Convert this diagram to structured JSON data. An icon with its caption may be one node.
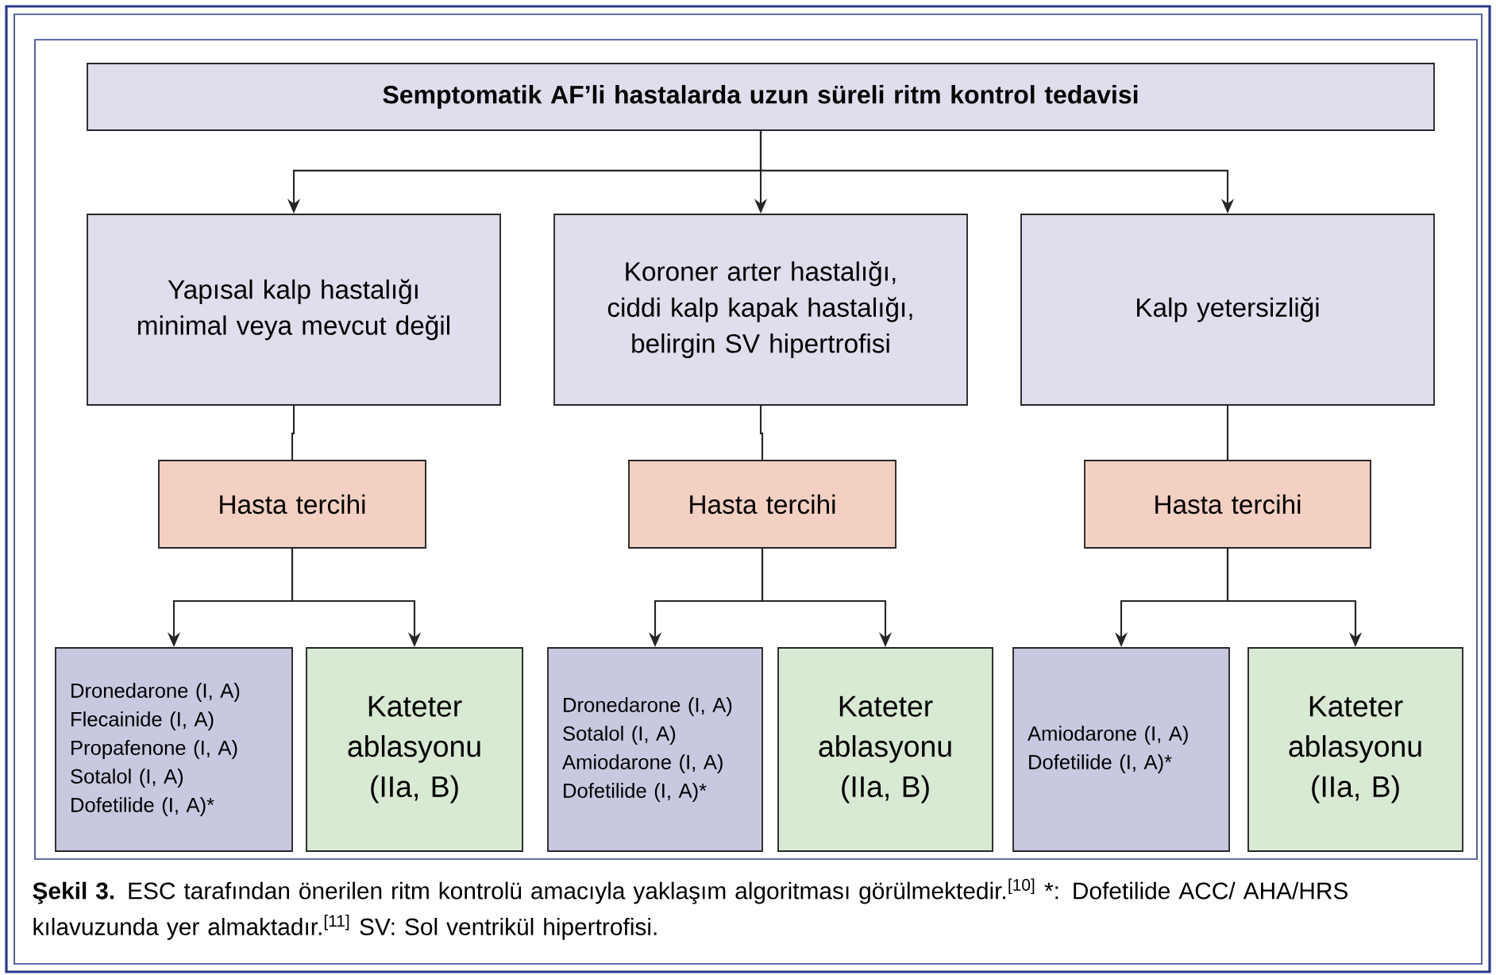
{
  "diagram": {
    "caption": "**Şekil 3.** ESC tarafından önerilen ritm kontrolü amacıyla yaklaşım algoritması görülmektedir.$^{[10]}$ *: Dofetilide ACC/ AHA/HRS kılavuzunda yer almaktadır.$^{[11]}$ SV: Sol ventrikül hipertrofisi.",
    "nodes": [
      {
        "text": [
          "Semptomatik AF’li hastalarda uzun süreli ritm kontrol tedavisi"
        ]
      },
      {
        "text": [
          "Yapısal kalp hastalığı minimal veya mevcut değil"
        ]
      },
      {
        "text": [
          "Koroner arter hastalığı, ciddi kalp kapak hastalığı, belirgin SV hipertrofisi"
        ]
      },
      {
        "text": [
          "Kalp yetersizliği"
        ]
      },
      {
        "text": [
          "Hasta tercihi"
        ]
      },
      {
        "text": [
          "Hasta tercihi"
        ]
      },
      {
        "text": [
          "Hasta tercihi"
        ]
      },
      {
        "text": [
          "Dronedarone (I, A)",
          "Flecainide (I, A)",
          "Propafenone (I, A)",
          "Sotalol (I, A)",
          "Dofetilide (I, A)*"
        ]
      },
      {
        "text": [
          "Kateter ablasyonu (IIa, B)"
        ]
      },
      {
        "text": [
          "Dronedarone (I, A)",
          "Sotalol (I, A)",
          "Amiodarone (I, A)",
          "Dofetilide (I, A)*"
        ]
      },
      {
        "text": [
          "Kateter ablasyonu (IIa, B)"
        ]
      },
      {
        "text": [
          "Amiodarone (I, A)",
          "Dofetilide (I, A)*"
        ]
      },
      {
        "text": [
          "Kateter ablasyonu (IIa, B)"
        ]
      }
    ],
    "edges": [
      {
        "from": 0,
        "to": 1,
        "arrow": "to"
      },
      {
        "from": 0,
        "to": 2,
        "arrow": "to"
      },
      {
        "from": 0,
        "to": 3,
        "arrow": "to"
      },
      {
        "from": 1,
        "to": 4,
        "arrow": "none"
      },
      {
        "from": 2,
        "to": 5,
        "arrow": "none"
      },
      {
        "from": 3,
        "to": 6,
        "arrow": "none"
      },
      {
        "from": 4,
        "to": 7,
        "arrow": "to"
      },
      {
        "from": 4,
        "to": 8,
        "arrow": "to"
      },
      {
        "from": 5,
        "to": 9,
        "arrow": "to"
      },
      {
        "from": 5,
        "to": 10,
        "arrow": "to"
      },
      {
        "from": 6,
        "to": 11,
        "arrow": "to"
      },
      {
        "from": 6,
        "to": 12,
        "arrow": "to"
      }
    ]
  }
}
